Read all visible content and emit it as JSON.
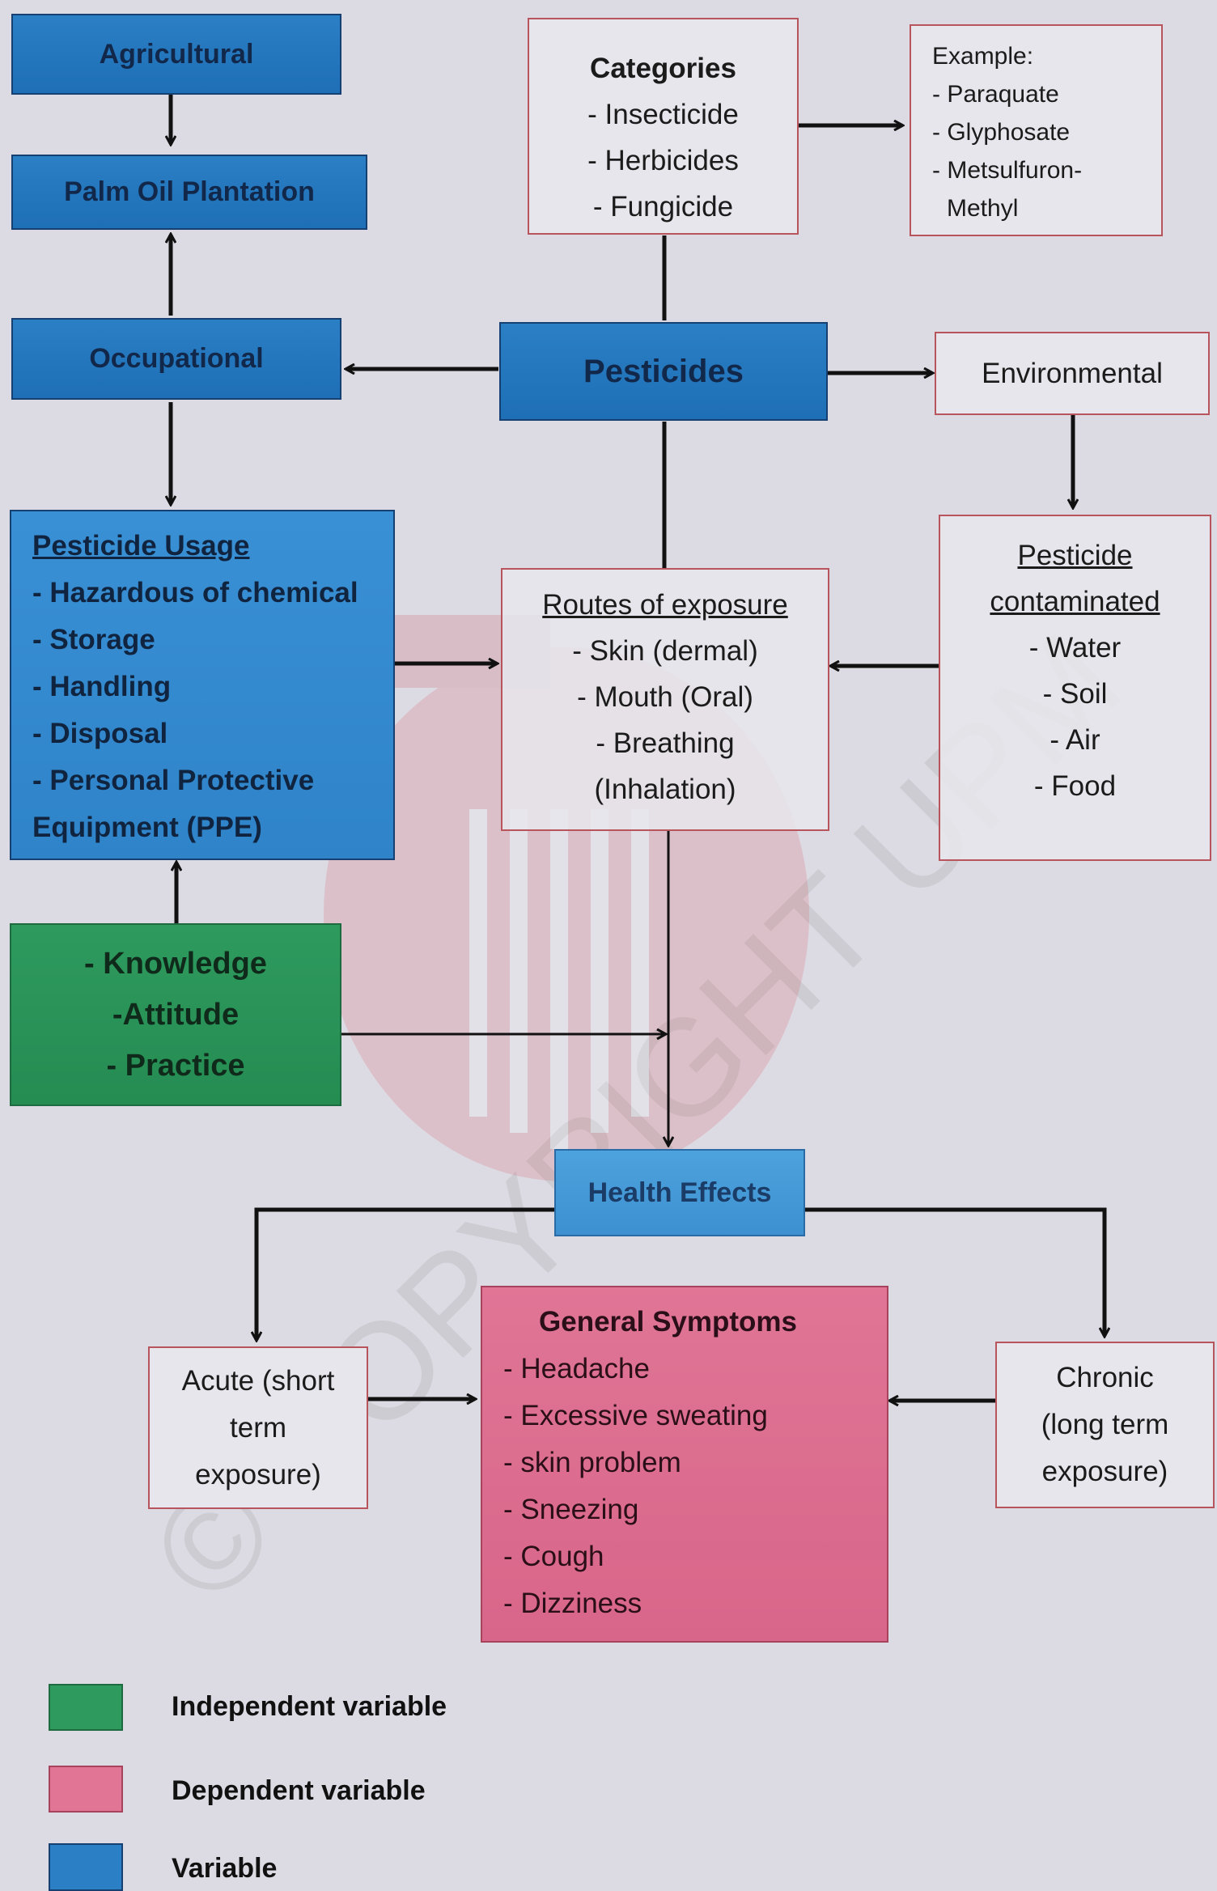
{
  "nodes": {
    "agricultural": "Agricultural",
    "palm_oil": "Palm Oil Plantation",
    "occupational": "Occupational",
    "pesticides": "Pesticides",
    "environmental": "Environmental",
    "health_effects": "Health Effects",
    "categories": {
      "title": "Categories",
      "items": [
        "- Insecticide",
        "- Herbicides",
        "- Fungicide"
      ]
    },
    "example": {
      "title": "Example:",
      "items": [
        "- Paraquate",
        "- Glyphosate",
        "- Metsulfuron-",
        "Methyl"
      ]
    },
    "usage": {
      "title": "Pesticide Usage",
      "items": [
        "- Hazardous of chemical",
        "- Storage",
        "- Handling",
        "- Disposal",
        "- Personal Protective",
        "Equipment (PPE)"
      ]
    },
    "routes": {
      "title": "Routes of exposure",
      "items": [
        "- Skin (dermal)",
        "- Mouth (Oral)",
        "- Breathing",
        "(Inhalation)"
      ]
    },
    "contaminated": {
      "title1": "Pesticide",
      "title2": "contaminated",
      "items": [
        "- Water",
        "- Soil",
        "- Air",
        "- Food"
      ]
    },
    "kap": {
      "items": [
        "- Knowledge",
        "-Attitude",
        "- Practice"
      ]
    },
    "acute": {
      "lines": [
        "Acute (short",
        "term",
        "exposure)"
      ]
    },
    "chronic": {
      "lines": [
        "Chronic",
        "(long term",
        "exposure)"
      ]
    },
    "symptoms": {
      "title": "General Symptoms",
      "items": [
        "- Headache",
        "- Excessive sweating",
        "- skin problem",
        "- Sneezing",
        "- Cough",
        "- Dizziness"
      ]
    }
  },
  "legend": [
    {
      "label": "Independent variable",
      "color": "#2e9a5e"
    },
    {
      "label": "Dependent variable",
      "color": "#e07596"
    },
    {
      "label": "Variable",
      "color": "#2b7fc4"
    }
  ],
  "watermark": {
    "text": "© COPYRIGHT UPM",
    "logo": "UPM"
  }
}
